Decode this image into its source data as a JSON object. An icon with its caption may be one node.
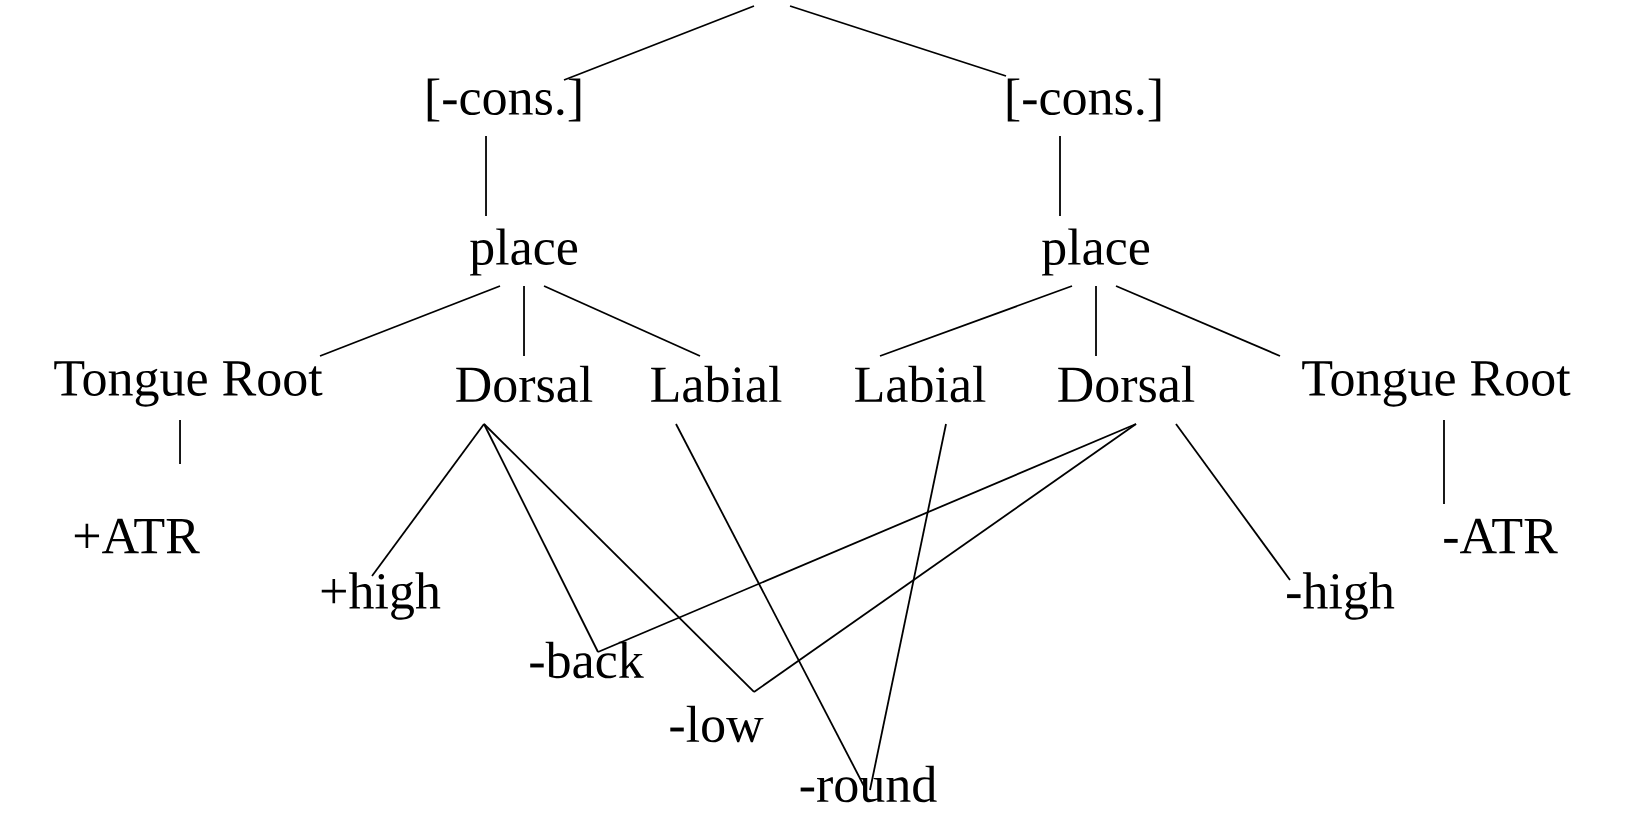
{
  "diagram": {
    "nodes": [
      {
        "text": [
          "[-cons.]"
        ]
      },
      {
        "text": [
          "[-cons.]"
        ]
      },
      {
        "text": [
          "place"
        ]
      },
      {
        "text": [
          "place"
        ]
      },
      {
        "text": [
          "Tongue Root"
        ]
      },
      {
        "text": [
          "Dorsal"
        ]
      },
      {
        "text": [
          "Labial"
        ]
      },
      {
        "text": [
          "Labial"
        ]
      },
      {
        "text": [
          "Dorsal"
        ]
      },
      {
        "text": [
          "Tongue Root"
        ]
      },
      {
        "text": [
          "+ATR"
        ]
      },
      {
        "text": [
          "+high"
        ]
      },
      {
        "text": [
          "-back"
        ]
      },
      {
        "text": [
          "-low"
        ]
      },
      {
        "text": [
          "-round"
        ]
      },
      {
        "text": [
          "-high"
        ]
      },
      {
        "text": [
          "-ATR"
        ]
      }
    ],
    "edges": [
      {
        "from": null,
        "to": 0,
        "arrow": "none"
      },
      {
        "from": null,
        "to": 1,
        "arrow": "none"
      },
      {
        "from": 0,
        "to": 2,
        "arrow": "none"
      },
      {
        "from": 1,
        "to": 3,
        "arrow": "none"
      },
      {
        "from": 2,
        "to": 4,
        "arrow": "none"
      },
      {
        "from": 2,
        "to": 5,
        "arrow": "none"
      },
      {
        "from": 2,
        "to": 6,
        "arrow": "none"
      },
      {
        "from": 3,
        "to": 7,
        "arrow": "none"
      },
      {
        "from": 3,
        "to": 8,
        "arrow": "none"
      },
      {
        "from": 3,
        "to": 9,
        "arrow": "none"
      },
      {
        "from": 4,
        "to": 10,
        "arrow": "none"
      },
      {
        "from": 5,
        "to": 11,
        "arrow": "none"
      },
      {
        "from": 5,
        "to": 12,
        "arrow": "none"
      },
      {
        "from": 5,
        "to": 13,
        "arrow": "none"
      },
      {
        "from": 6,
        "to": 14,
        "arrow": "none"
      },
      {
        "from": 7,
        "to": 14,
        "arrow": "none"
      },
      {
        "from": 8,
        "to": 12,
        "arrow": "none"
      },
      {
        "from": 8,
        "to": 13,
        "arrow": "none"
      },
      {
        "from": 8,
        "to": 15,
        "arrow": "none"
      },
      {
        "from": 9,
        "to": 16,
        "arrow": "none"
      }
    ]
  }
}
